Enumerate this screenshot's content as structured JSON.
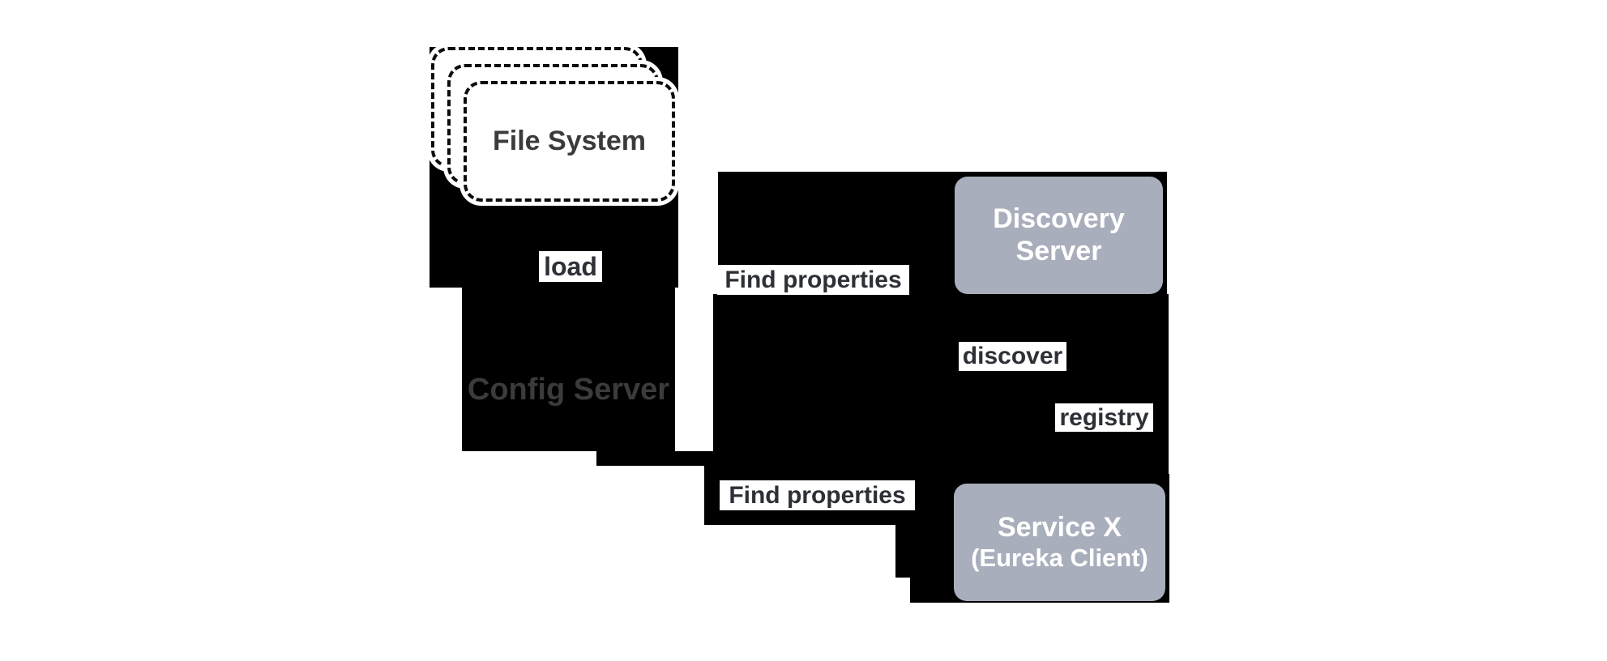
{
  "diagram": {
    "colors": {
      "background": "#ffffff",
      "backdrop": "#000000",
      "node_fill": "#a9aebc",
      "node_text": "#ffffff",
      "label_bg": "#ffffff",
      "label_text": "#2d3036",
      "config_text": "#3b3b3b"
    },
    "nodes": {
      "file_system": {
        "label": "File System"
      },
      "config_server": {
        "label": "Config Server"
      },
      "discovery_server": {
        "line1": "Discovery",
        "line2": "Server"
      },
      "service_x": {
        "line1": "Service X",
        "line2": "(Eureka Client)"
      }
    },
    "edge_labels": {
      "load": "load",
      "find_properties_top": "Find properties",
      "find_properties_bottom": "Find properties",
      "discover": "discover",
      "registry": "registry"
    }
  }
}
